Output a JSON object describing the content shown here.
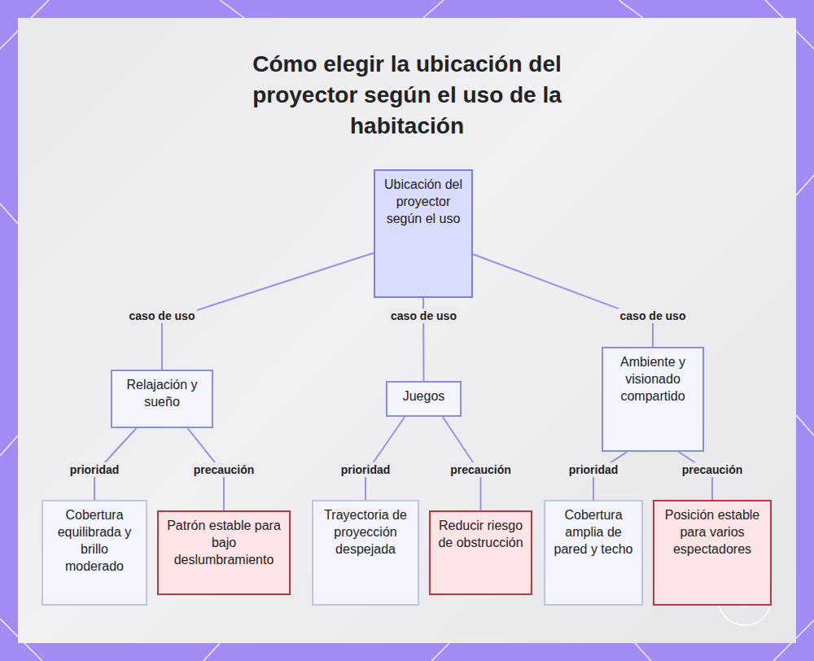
{
  "diagram": {
    "title": "Cómo elegir la ubicación del proyector según el uso de la habitación",
    "nodes": [
      {
        "text": [
          "Ubicación del proyector según el uso"
        ]
      },
      {
        "text": [
          "Relajación y sueño"
        ]
      },
      {
        "text": [
          "Juegos"
        ]
      },
      {
        "text": [
          "Ambiente y visionado compartido"
        ]
      },
      {
        "text": [
          "Cobertura equilibrada y brillo moderado"
        ]
      },
      {
        "text": [
          "Patrón estable para bajo deslumbramiento"
        ]
      },
      {
        "text": [
          "Trayectoria de proyección despejada"
        ]
      },
      {
        "text": [
          "Reducir riesgo de obstrucción"
        ]
      },
      {
        "text": [
          "Cobertura amplia de pared y techo"
        ]
      },
      {
        "text": [
          "Posición estable para varios espectadores"
        ]
      }
    ],
    "edges": [
      {
        "from": 0,
        "to": 1,
        "label": "caso de uso",
        "arrow": "none"
      },
      {
        "from": 0,
        "to": 2,
        "label": "caso de uso",
        "arrow": "none"
      },
      {
        "from": 0,
        "to": 3,
        "label": "caso de uso",
        "arrow": "none"
      },
      {
        "from": 1,
        "to": 4,
        "label": "prioridad",
        "arrow": "none"
      },
      {
        "from": 1,
        "to": 5,
        "label": "precaución",
        "arrow": "none"
      },
      {
        "from": 2,
        "to": 6,
        "label": "prioridad",
        "arrow": "none"
      },
      {
        "from": 2,
        "to": 7,
        "label": "precaución",
        "arrow": "none"
      },
      {
        "from": 3,
        "to": 8,
        "label": "prioridad",
        "arrow": "none"
      },
      {
        "from": 3,
        "to": 9,
        "label": "precaución",
        "arrow": "none"
      }
    ]
  }
}
